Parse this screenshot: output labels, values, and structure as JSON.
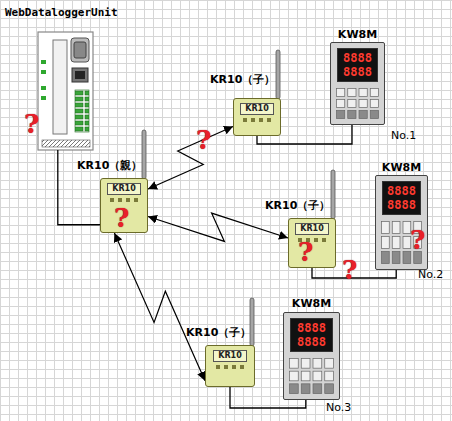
{
  "diagram": {
    "nodes": [
      {
        "text": [
          "WebDataloggerUnit"
        ]
      },
      {
        "text": [
          "KR10（親）",
          "KR10"
        ]
      },
      {
        "text": [
          "KR10（子）",
          "KR10"
        ]
      },
      {
        "text": [
          "KW8M",
          "8888",
          "8888",
          "No.1"
        ]
      },
      {
        "text": [
          "KR10（子）",
          "KR10"
        ]
      },
      {
        "text": [
          "KW8M",
          "8888",
          "8888",
          "No.2"
        ]
      },
      {
        "text": [
          "KR10（子）",
          "KR10"
        ]
      },
      {
        "text": [
          "KW8M",
          "8888",
          "8888",
          "No.3"
        ]
      }
    ],
    "edges": [
      {
        "from": 0,
        "to": 1,
        "arrow": "none"
      },
      {
        "from": 1,
        "to": 2,
        "arrow": "both"
      },
      {
        "from": 2,
        "to": 3,
        "arrow": "none"
      },
      {
        "from": 1,
        "to": 4,
        "arrow": "both"
      },
      {
        "from": 4,
        "to": 5,
        "arrow": "none"
      },
      {
        "from": 1,
        "to": 6,
        "arrow": "both"
      },
      {
        "from": 6,
        "to": 7,
        "arrow": "none"
      }
    ],
    "labels": [
      "?",
      "?",
      "?",
      "?",
      "?",
      "?"
    ]
  }
}
